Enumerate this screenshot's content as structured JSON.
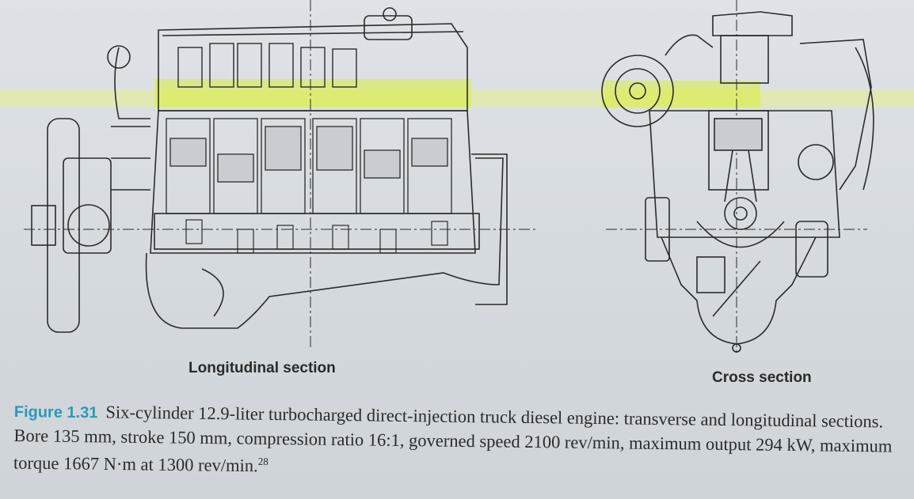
{
  "labels": {
    "longitudinal": "Longitudinal section",
    "cross": "Cross section"
  },
  "caption": {
    "figure_number": "Figure 1.31",
    "text": "Six-cylinder 12.9-liter turbocharged direct-injection truck diesel engine: transverse and longitudinal sections. Bore 135 mm, stroke 150 mm, compression ratio 16:1, governed speed 2100 rev/min, maximum output 294 kW, maximum torque 1667 N·m at 1300 rev/min.",
    "reference": "28"
  },
  "colors": {
    "highlight": "#e8f27a",
    "line": "#2b2b2b",
    "figure_number": "#2a9ab8"
  }
}
